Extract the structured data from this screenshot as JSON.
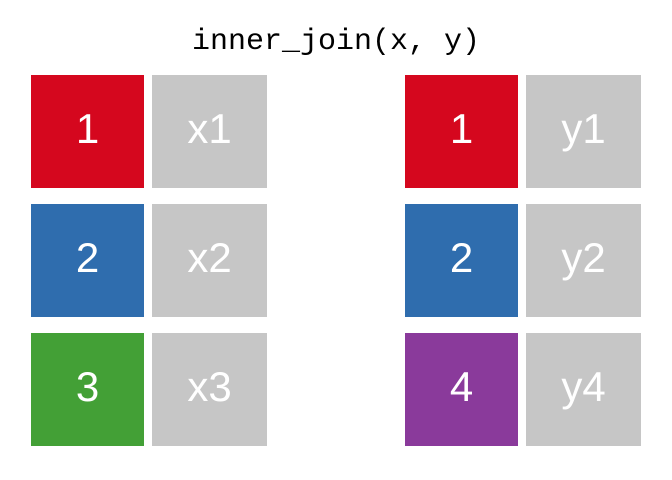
{
  "title": "inner_join(x, y)",
  "palette": {
    "background": "#ffffff",
    "title_color": "#000000",
    "value_cell": "#c6c6c6",
    "label_text": "#ffffff",
    "key_1": "#d5071e",
    "key_2": "#2f6dae",
    "key_3": "#43a036",
    "key_4": "#8a3a9b"
  },
  "tables": [
    {
      "name": "x",
      "rows": [
        {
          "key": "1",
          "key_color": "#d5071e",
          "value": "x1"
        },
        {
          "key": "2",
          "key_color": "#2f6dae",
          "value": "x2"
        },
        {
          "key": "3",
          "key_color": "#43a036",
          "value": "x3"
        }
      ]
    },
    {
      "name": "y",
      "rows": [
        {
          "key": "1",
          "key_color": "#d5071e",
          "value": "y1"
        },
        {
          "key": "2",
          "key_color": "#2f6dae",
          "value": "y2"
        },
        {
          "key": "4",
          "key_color": "#8a3a9b",
          "value": "y4"
        }
      ]
    }
  ]
}
